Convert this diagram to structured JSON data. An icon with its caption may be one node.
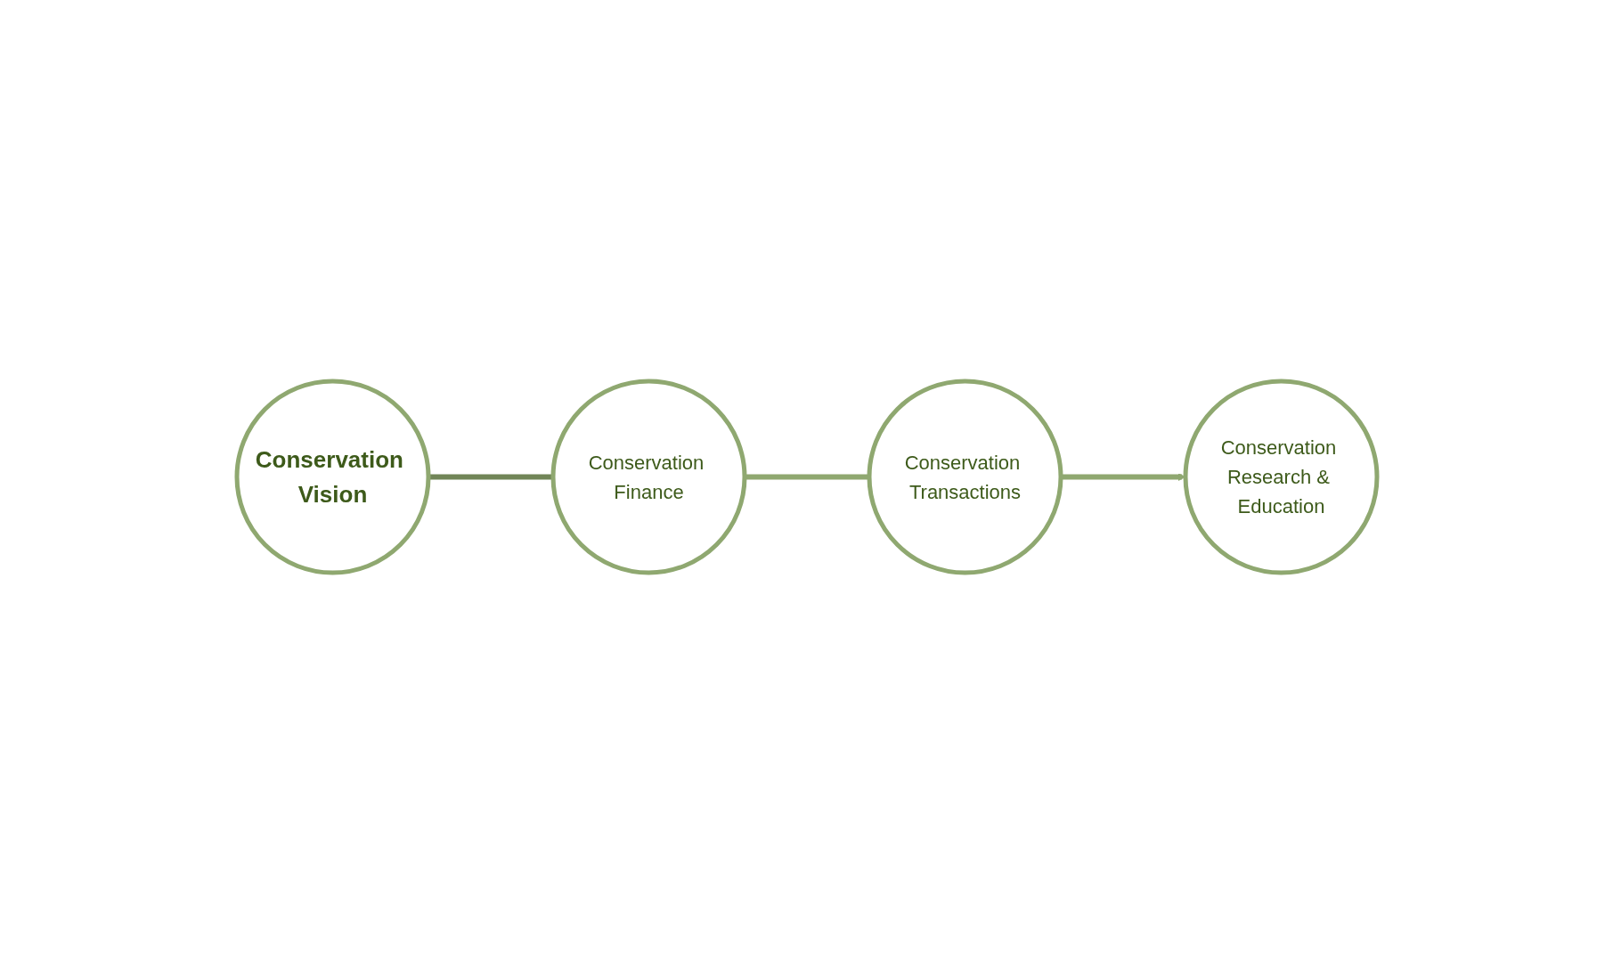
{
  "diagram": {
    "nodes": [
      {
        "text": [
          "Conservation Vision"
        ]
      },
      {
        "text": [
          "Conservation Finance"
        ]
      },
      {
        "text": [
          "Conservation Transactions"
        ]
      },
      {
        "text": [
          "Conservation Research & Education"
        ]
      }
    ],
    "edges": [
      {
        "from": 0,
        "to": 1,
        "arrow": "none",
        "color": "#718557"
      },
      {
        "from": 1,
        "to": 2,
        "arrow": "none"
      },
      {
        "from": 2,
        "to": 3,
        "arrow": "to"
      }
    ]
  }
}
